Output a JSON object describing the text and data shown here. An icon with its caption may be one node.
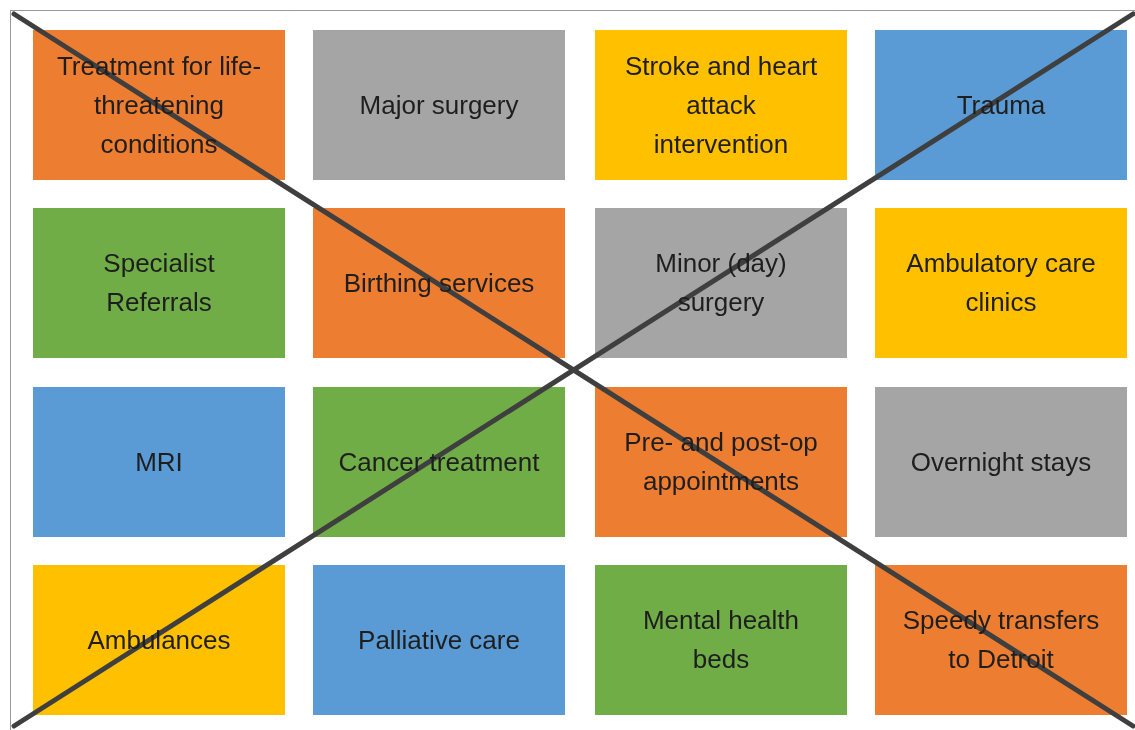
{
  "diagram": {
    "nodes": [
      {
        "text": [
          "Treatment for life-threatening conditions"
        ]
      },
      {
        "text": [
          "Major surgery"
        ]
      },
      {
        "text": [
          "Stroke and heart attack intervention"
        ]
      },
      {
        "text": [
          "Trauma"
        ]
      },
      {
        "text": [
          "Specialist Referrals"
        ]
      },
      {
        "text": [
          "Birthing services"
        ]
      },
      {
        "text": [
          "Minor (day) surgery"
        ]
      },
      {
        "text": [
          "Ambulatory care clinics"
        ]
      },
      {
        "text": [
          "MRI"
        ]
      },
      {
        "text": [
          "Cancer treatment"
        ]
      },
      {
        "text": [
          "Pre- and post-op appointments"
        ]
      },
      {
        "text": [
          "Overnight stays"
        ]
      },
      {
        "text": [
          "Ambulances"
        ]
      },
      {
        "text": [
          "Palliative care"
        ]
      },
      {
        "text": [
          "Mental health beds"
        ]
      },
      {
        "text": [
          "Speedy transfers to Detroit"
        ]
      }
    ]
  }
}
